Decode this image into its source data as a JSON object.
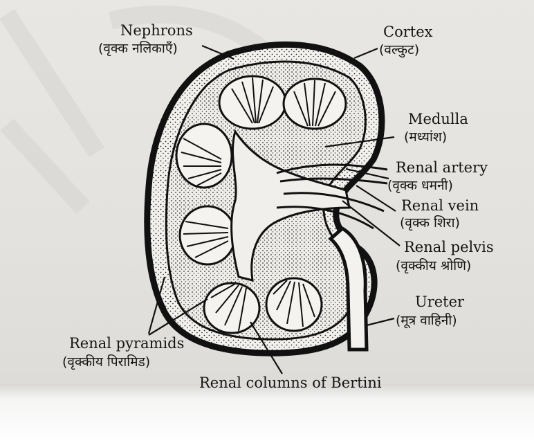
{
  "labels": {
    "nephrons": {
      "en": "Nephrons",
      "hi": "(वृक्क नलिकाएँ)"
    },
    "cortex": {
      "en": "Cortex",
      "hi": "(वल्कुट)"
    },
    "medulla": {
      "en": "Medulla",
      "hi": "(मध्यांश)"
    },
    "renal_artery": {
      "en": "Renal artery",
      "hi": "(वृक्क धमनी)"
    },
    "renal_vein": {
      "en": "Renal vein",
      "hi": "(वृक्क शिरा)"
    },
    "renal_pelvis": {
      "en": "Renal pelvis",
      "hi": "(वृक्कीय श्रोणि)"
    },
    "ureter": {
      "en": "Ureter",
      "hi": "(मूत्र वाहिनी)"
    },
    "renal_pyramids": {
      "en": "Renal pyramids",
      "hi": "(वृक्कीय पिरामिड)"
    },
    "renal_columns": {
      "en": "Renal columns of Bertini"
    }
  },
  "colors": {
    "ink": "#141414",
    "paper": "#e6e4e0",
    "watermark": "#d2d0cc"
  }
}
